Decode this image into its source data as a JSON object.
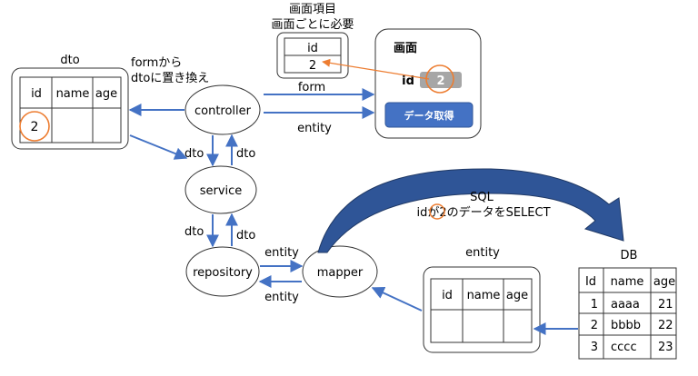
{
  "screen_item": {
    "title_line1": "画面項目",
    "title_line2": "画面ごとに必要",
    "id_header": "id",
    "id_value": "2"
  },
  "screen": {
    "title": "画面",
    "id_label": "id",
    "id_value": "2",
    "button_label": "データ取得"
  },
  "dto": {
    "title": "dto",
    "headers": [
      "id",
      "name",
      "age"
    ],
    "value": "2"
  },
  "note_form_to_dto": {
    "line1": "formから",
    "line2": "dtoに置き換え"
  },
  "nodes": {
    "controller": "controller",
    "service": "service",
    "repository": "repository",
    "mapper": "mapper"
  },
  "labels": {
    "form": "form",
    "entity_top": "entity",
    "dto_in": "dto",
    "dto_out1": "dto",
    "dto_down": "dto",
    "dto_out2": "dto",
    "entity_to_mapper": "entity",
    "entity_from_mapper": "entity"
  },
  "sql": {
    "line1": "SQL",
    "line2": "idが2のデータをSELECT"
  },
  "entity": {
    "title": "entity",
    "headers": [
      "id",
      "name",
      "age"
    ]
  },
  "db": {
    "title": "DB",
    "headers": [
      "Id",
      "name",
      "age"
    ],
    "rows": [
      [
        "1",
        "aaaa",
        "21"
      ],
      [
        "2",
        "bbbb",
        "22"
      ],
      [
        "3",
        "cccc",
        "23"
      ]
    ]
  },
  "colors": {
    "arrow": "#4472c4",
    "accent": "#ed7d31",
    "button": "#4472c4",
    "big_arrow": "#2f5597"
  }
}
